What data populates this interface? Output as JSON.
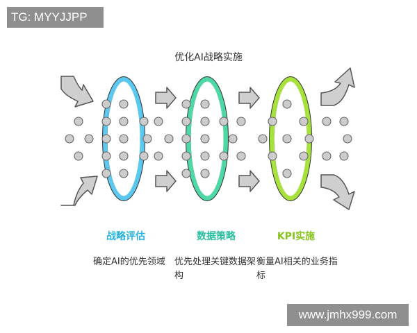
{
  "watermark_top": "TG: MYYJJPP",
  "watermark_bottom": "www.jmhx999.com",
  "title": "优化AI战略实施",
  "stages": [
    {
      "title": "战略评估",
      "desc": "确定AI的优先领域",
      "color": "#2ab3e0",
      "ring_color": "#5cc8ef"
    },
    {
      "title": "数据策略",
      "desc": "优先处理关键数据架构",
      "color": "#2bbfa0",
      "ring_color": "#4ed8a6"
    },
    {
      "title": "KPI实施",
      "desc": "衡量AI相关的业务指标",
      "color": "#86c31e",
      "ring_color": "#a6e13c"
    }
  ],
  "colors": {
    "arrow_fill": "#cfcfcf",
    "arrow_stroke": "#555555",
    "dot_fill": "#cccccc",
    "dot_stroke": "#666666"
  },
  "icons": [
    "curved-arrow-icon",
    "right-arrow-icon"
  ]
}
